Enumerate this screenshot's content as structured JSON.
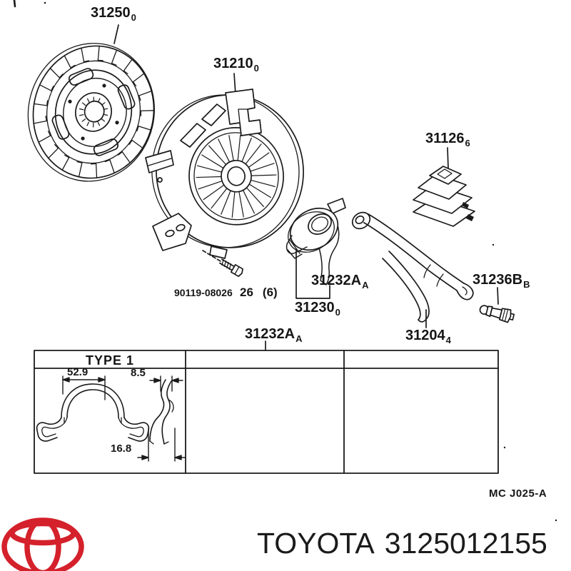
{
  "parts": {
    "disc": {
      "number": "31250",
      "sub": "0"
    },
    "cover": {
      "number": "31210",
      "sub": "0"
    },
    "boot": {
      "number": "31126",
      "sub": "6"
    },
    "bolt": {
      "number": "90119-08026",
      "qty": "26",
      "qty_paren": "(6)"
    },
    "clip_upper": {
      "number": "31232A",
      "sub": "A"
    },
    "bearing": {
      "number": "31230",
      "sub": "0"
    },
    "clip_lower": {
      "number": "31232A",
      "sub": "A"
    },
    "pivot_bolt": {
      "number": "31236B",
      "sub": "B"
    },
    "fork": {
      "number": "31204",
      "sub": "4"
    }
  },
  "detail_table": {
    "header": "TYPE 1",
    "dim_top_width": "52.9",
    "dim_side_width": "8.5",
    "dim_height": "16.8"
  },
  "doc_code": "MC J025-A",
  "footer": {
    "brand": "TOYOTA",
    "part_number": "3125012155"
  },
  "colors": {
    "logo_red": "#d4212b",
    "line_black": "#1a1a1a"
  }
}
